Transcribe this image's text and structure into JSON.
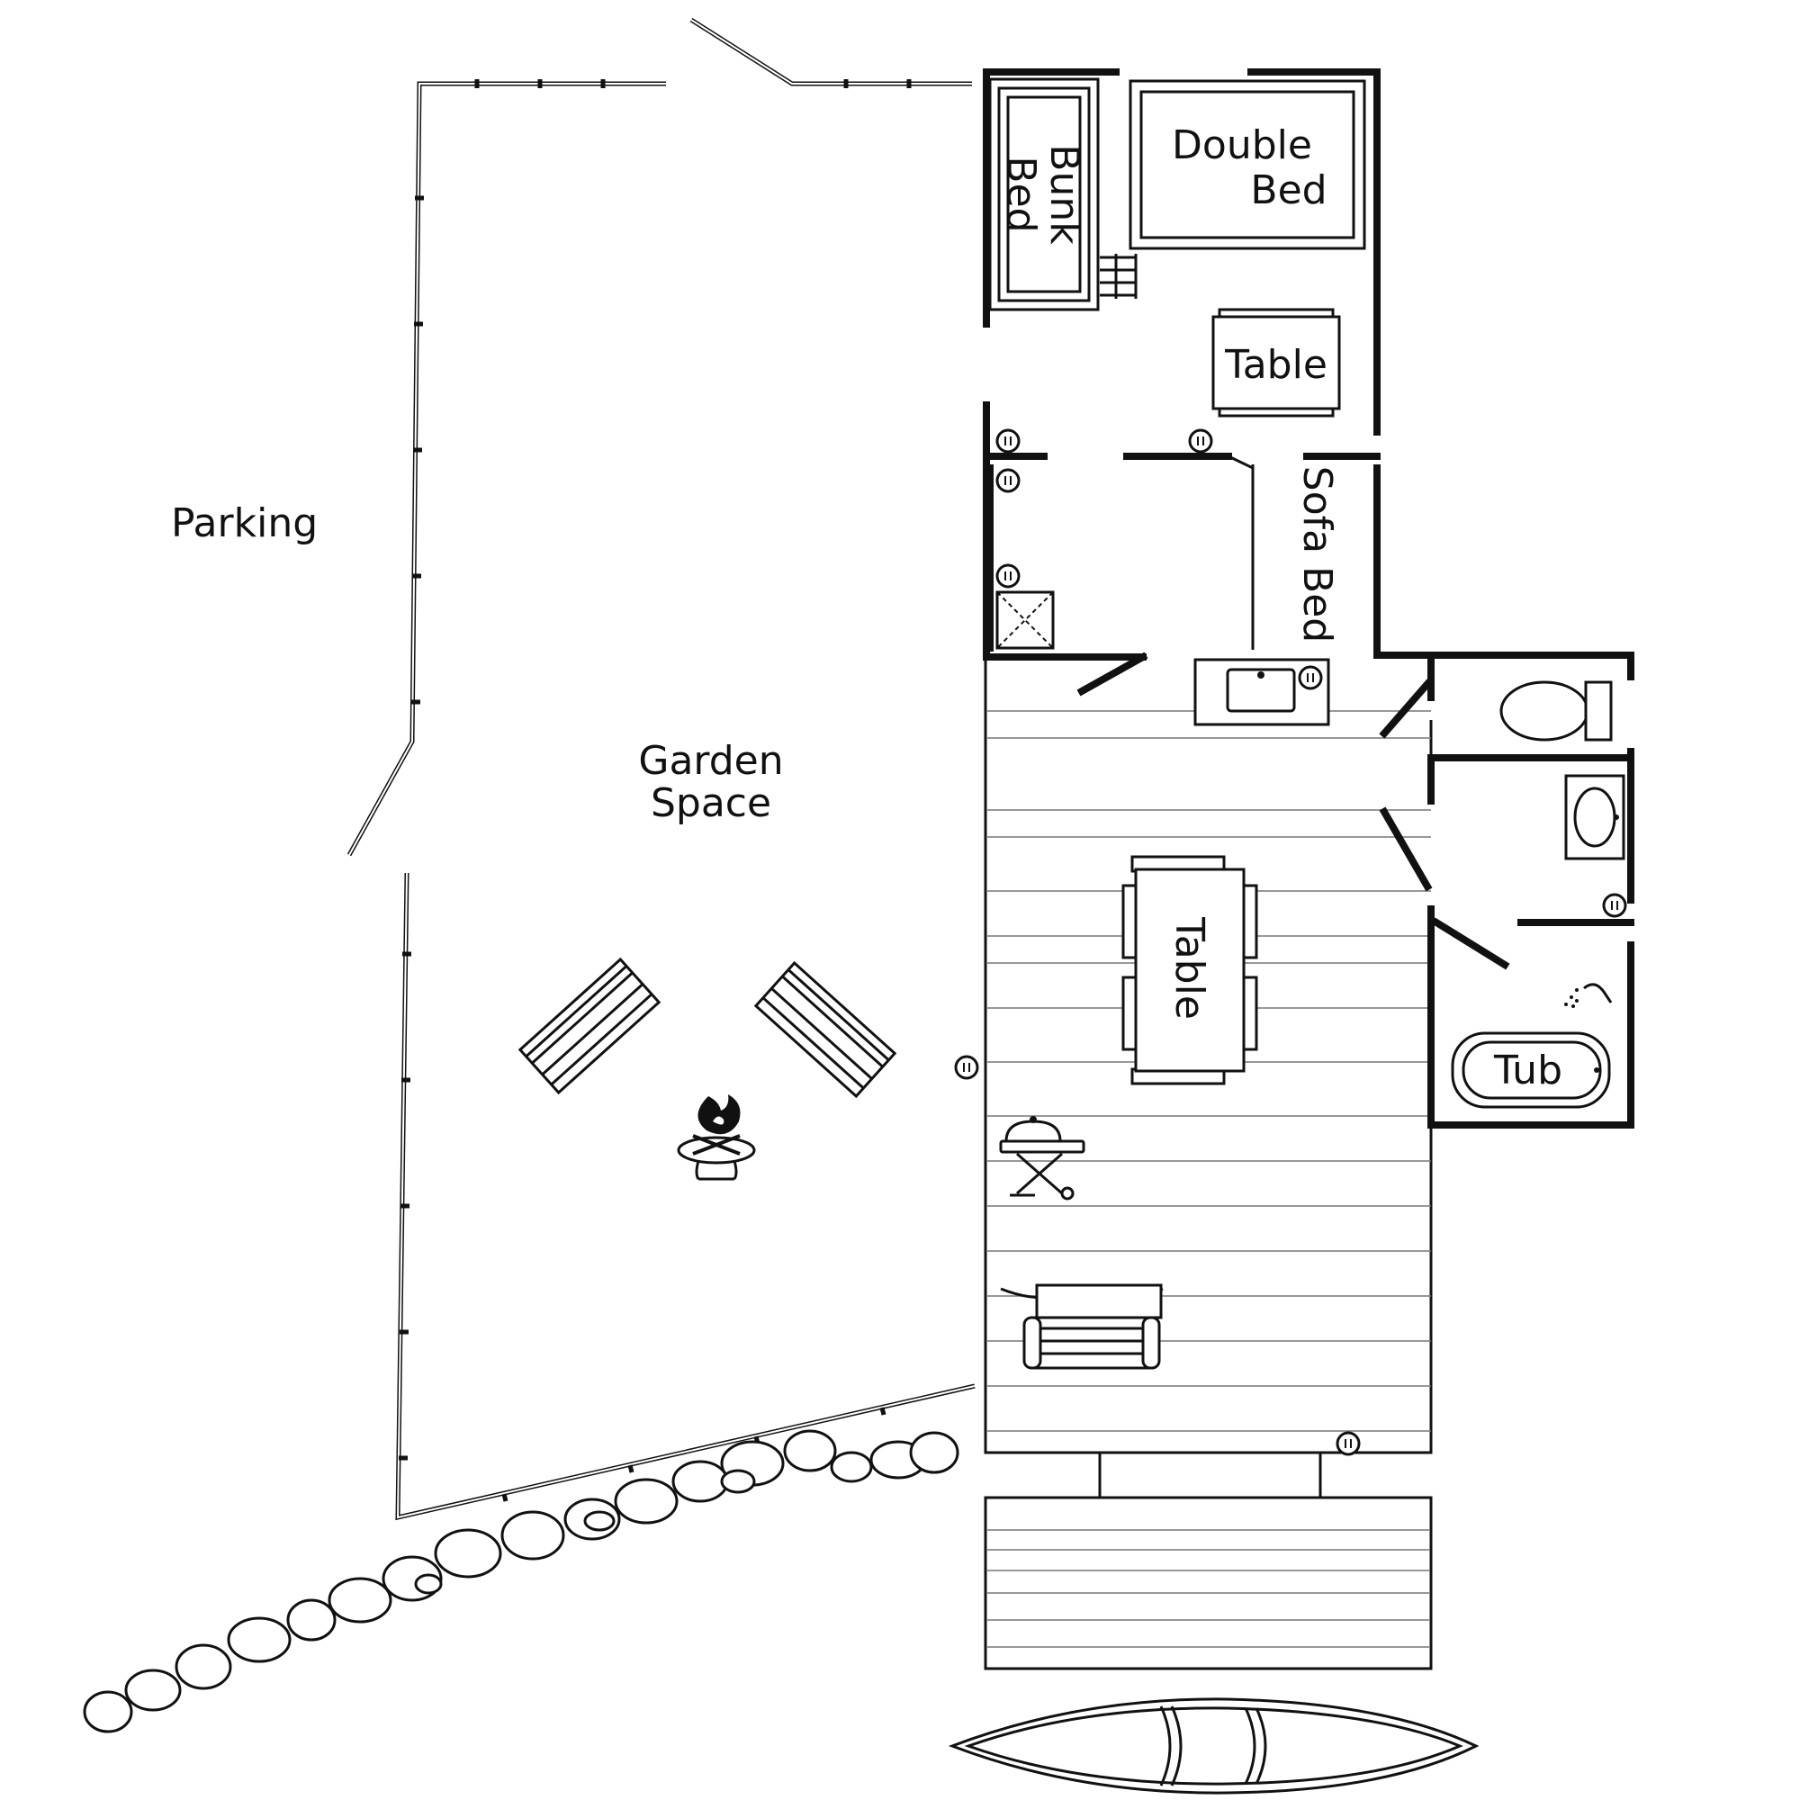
{
  "labels": {
    "parking": "Parking",
    "garden_line1": "Garden",
    "garden_line2": "Space",
    "bunk_line1": "Bunk",
    "bunk_line2": "Bed",
    "double_line1": "Double",
    "double_line2": "Bed",
    "table_bedroom": "Table",
    "sofa_bed": "Sofa Bed",
    "table_deck": "Table",
    "tub": "Tub"
  },
  "icons": {
    "fire_pit": "fire-pit-icon",
    "grill": "grill-icon",
    "porch_swing": "porch-swing-icon",
    "canoe": "canoe-icon",
    "outlet": "outlet-icon",
    "shower": "shower-icon",
    "toilet": "toilet-icon",
    "sink": "sink-icon"
  },
  "colors": {
    "line": "#111111",
    "background": "#ffffff"
  }
}
